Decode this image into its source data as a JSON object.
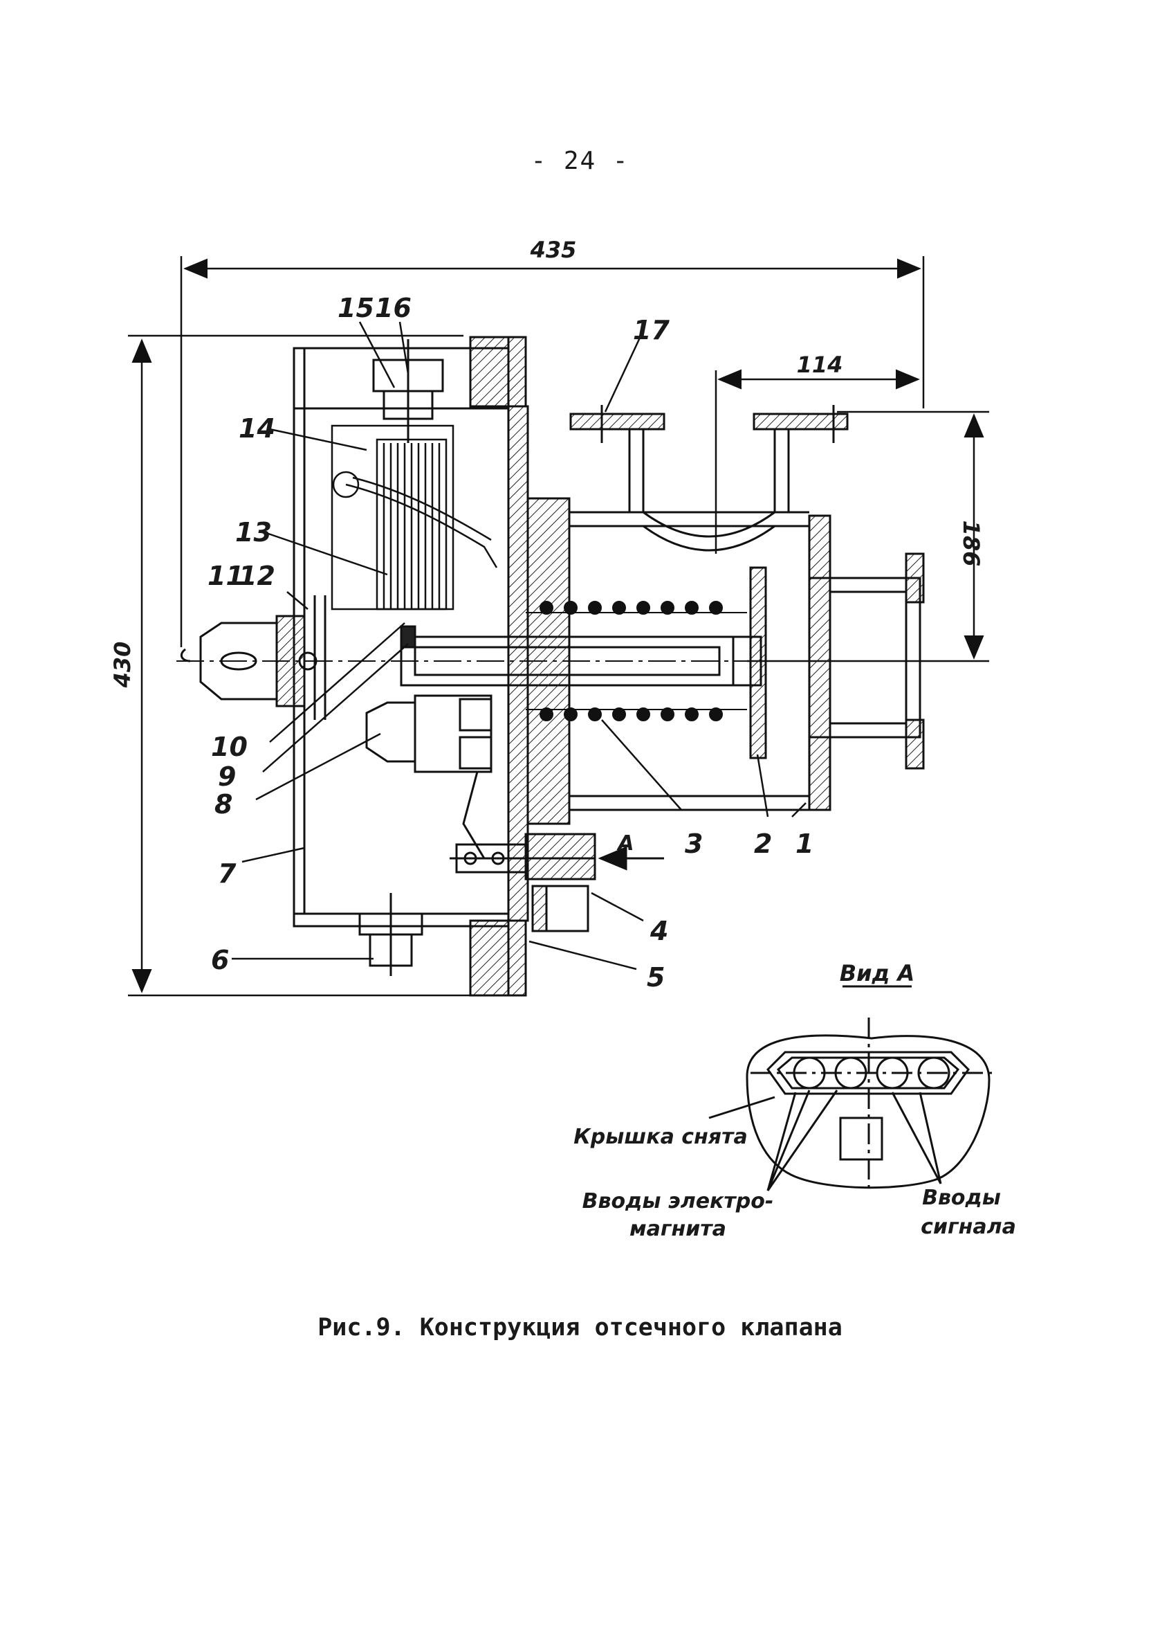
{
  "page": {
    "number": "- 24 -"
  },
  "figure": {
    "caption": "Рис.9. Конструкция отсечного клапана",
    "dimensions": {
      "overall_width": "435",
      "overall_height": "430",
      "flange_offset": "114",
      "flange_height": "186"
    },
    "part_labels": [
      "1",
      "2",
      "3",
      "4",
      "5",
      "6",
      "7",
      "8",
      "9",
      "10",
      "11",
      "12",
      "13",
      "14",
      "15",
      "16",
      "17"
    ],
    "view_marker": "A",
    "view": {
      "title": "Вид А",
      "cover_note": "Крышка снята",
      "magnet_inputs_line1": "Вводы электро-",
      "magnet_inputs_line2": "магнита",
      "signal_inputs_line1": "Вводы",
      "signal_inputs_line2": "сигнала"
    }
  }
}
